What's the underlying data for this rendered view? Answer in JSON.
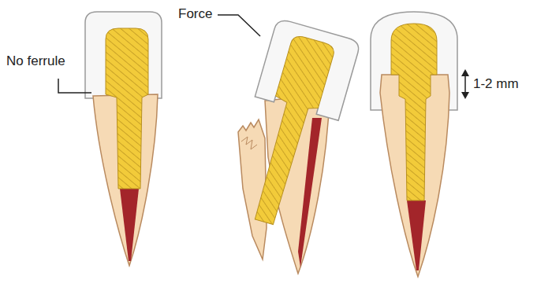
{
  "diagram": {
    "labels": [
      "No ferrule",
      "Force",
      "1-2 mm"
    ]
  }
}
